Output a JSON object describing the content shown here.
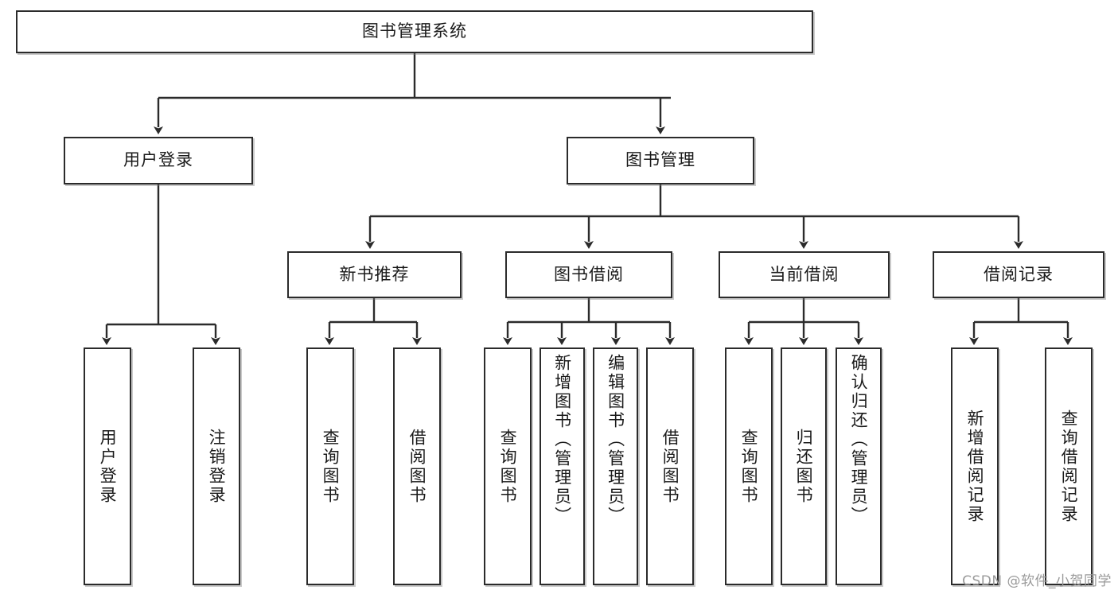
{
  "diagram": {
    "type": "tree",
    "title": "图书管理系统",
    "watermark": "CSDN @软件_小贺同学",
    "colors": {
      "box_border": "#2b2b2b",
      "box_fill": "#ffffff",
      "connector": "#2b2b2b",
      "text": "#1a1a1a",
      "watermark": "#9a9a9a"
    },
    "root": {
      "label": "图书管理系统"
    },
    "level2": [
      {
        "label": "用户登录"
      },
      {
        "label": "图书管理"
      }
    ],
    "level3": [
      {
        "label": "新书推荐"
      },
      {
        "label": "图书借阅"
      },
      {
        "label": "当前借阅"
      },
      {
        "label": "借阅记录"
      }
    ],
    "leaves": {
      "user_login": [
        {
          "label": "用户登录"
        },
        {
          "label": "注销登录"
        }
      ],
      "new_book_recommend": [
        {
          "label": "查询图书"
        },
        {
          "label": "借阅图书"
        }
      ],
      "book_borrow": [
        {
          "label": "查询图书"
        },
        {
          "label": "新增图书（管理员）"
        },
        {
          "label": "编辑图书（管理员）"
        },
        {
          "label": "借阅图书"
        }
      ],
      "current_borrow": [
        {
          "label": "查询图书"
        },
        {
          "label": "归还图书"
        },
        {
          "label": "确认归还（管理员）"
        }
      ],
      "borrow_record": [
        {
          "label": "新增借阅记录"
        },
        {
          "label": "查询借阅记录"
        }
      ]
    }
  }
}
